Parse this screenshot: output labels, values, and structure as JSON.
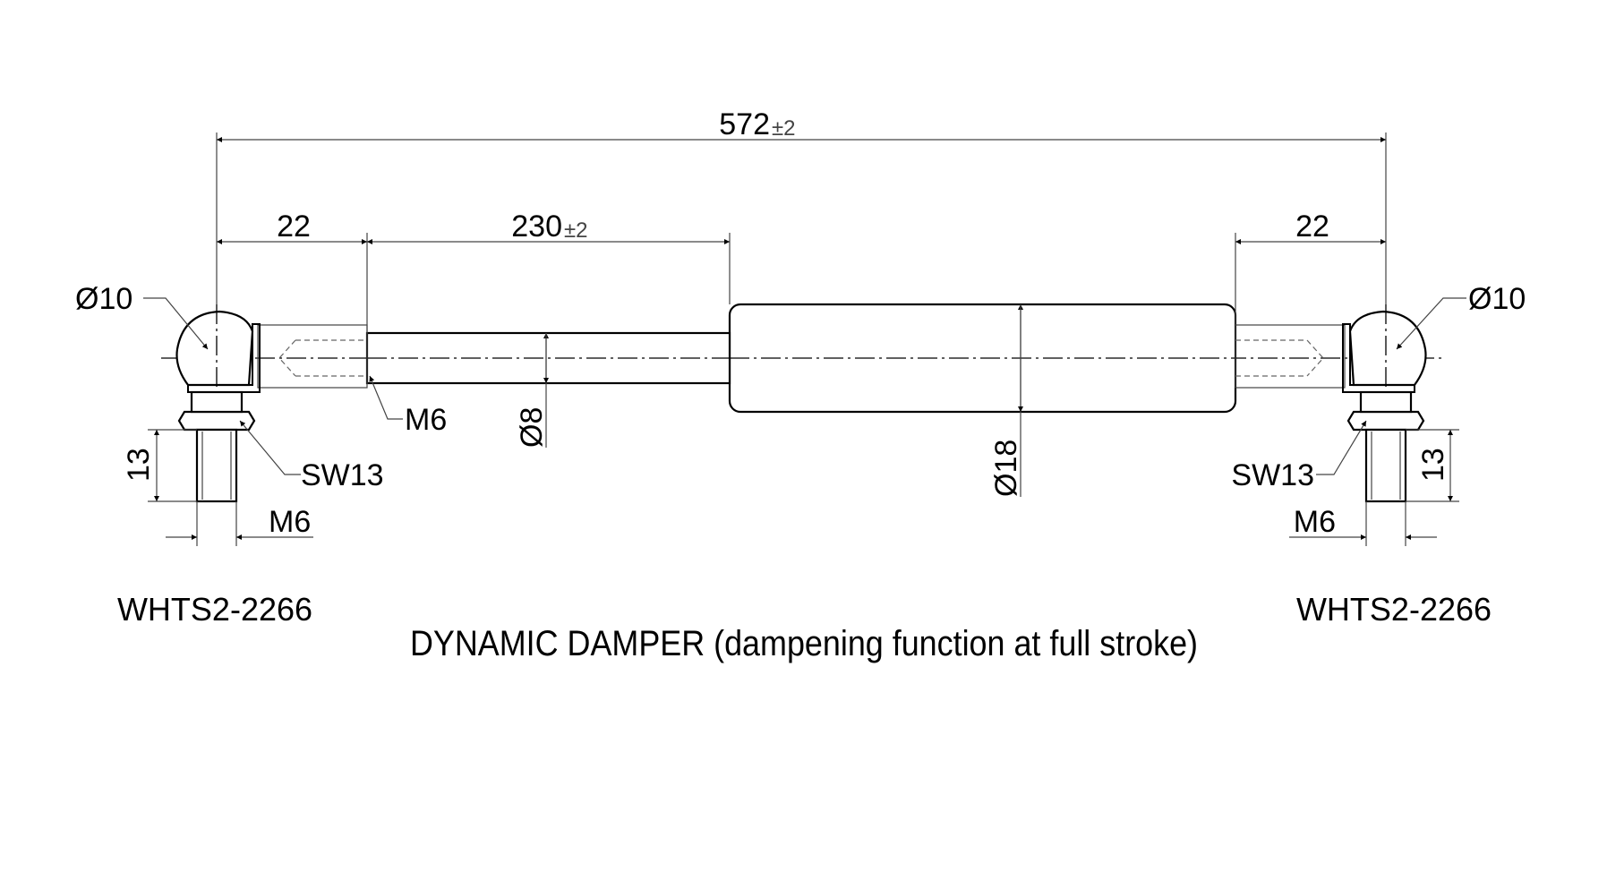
{
  "dimensions": {
    "overall_length": {
      "value": "572",
      "tolerance": "±2"
    },
    "stroke": {
      "value": "230",
      "tolerance": "±2"
    },
    "left_end_length": "22",
    "right_end_length": "22",
    "left_eye_diameter": "Ø10",
    "right_eye_diameter": "Ø10",
    "rod_thread": "M6",
    "rod_diameter": "Ø8",
    "body_diameter": "Ø18",
    "left_wrench_size": "SW13",
    "right_wrench_size": "SW13",
    "left_stud_length": "13",
    "right_stud_length": "13",
    "left_stud_thread": "M6",
    "right_stud_thread": "M6"
  },
  "parts": {
    "left_end_fitting": "WHTS2-2266",
    "right_end_fitting": "WHTS2-2266"
  },
  "caption": "DYNAMIC DAMPER (dampening function at full stroke)"
}
